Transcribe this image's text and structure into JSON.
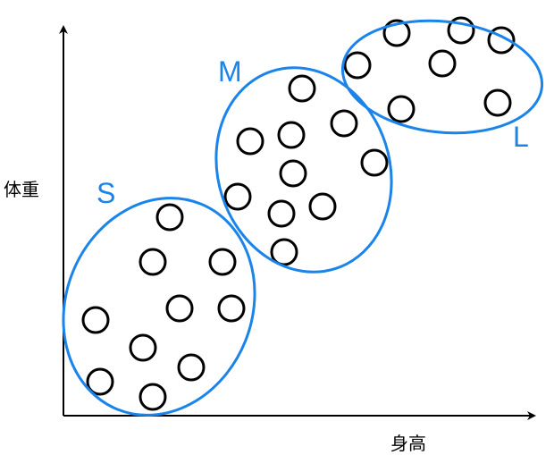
{
  "axes": {
    "y_label": "体重",
    "x_label": "身高"
  },
  "clusters": [
    {
      "label": "S",
      "count": 10
    },
    {
      "label": "M",
      "count": 10
    },
    {
      "label": "L",
      "count": 7
    }
  ],
  "colors": {
    "cluster_outline": "#1a84ea",
    "points": "#000000",
    "axes": "#000000"
  }
}
